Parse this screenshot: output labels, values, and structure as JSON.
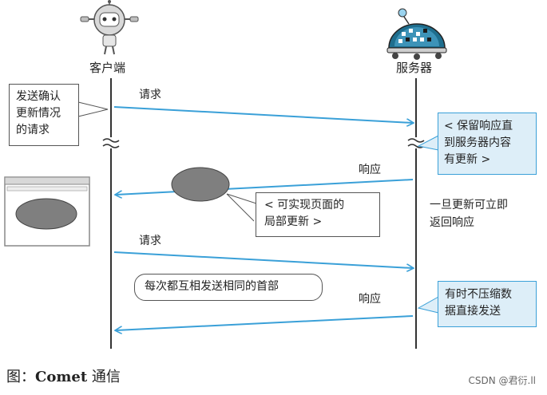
{
  "actors": {
    "client": "客户端",
    "server": "服务器"
  },
  "messages": {
    "request_1": "请求",
    "response_1": "响应",
    "request_2": "请求",
    "response_2": "响应"
  },
  "notes": {
    "client_confirm": [
      "发送确认",
      "更新情况",
      "的请求"
    ],
    "server_hold": [
      "< 保留响应直",
      "到服务器内容",
      "有更新 >"
    ],
    "partial_update": [
      "< 可实现页面的",
      "局部更新 >"
    ],
    "immediate_return": [
      "一旦更新可立即",
      "返回响应"
    ],
    "same_header": "每次都互相发送相同的首部",
    "no_compress": [
      "有时不压缩数",
      "据直接发送"
    ]
  },
  "caption": {
    "prefix": "图：",
    "name": "Comet",
    "suffix": " 通信"
  },
  "watermark": "CSDN @君衍.ll",
  "colors": {
    "arrow": "#3aa0d8",
    "lifeline": "#333333",
    "note_blue_bg": "#ddeef8",
    "note_blue_border": "#3aa0d8",
    "ellipse": "#7f7f7f"
  }
}
